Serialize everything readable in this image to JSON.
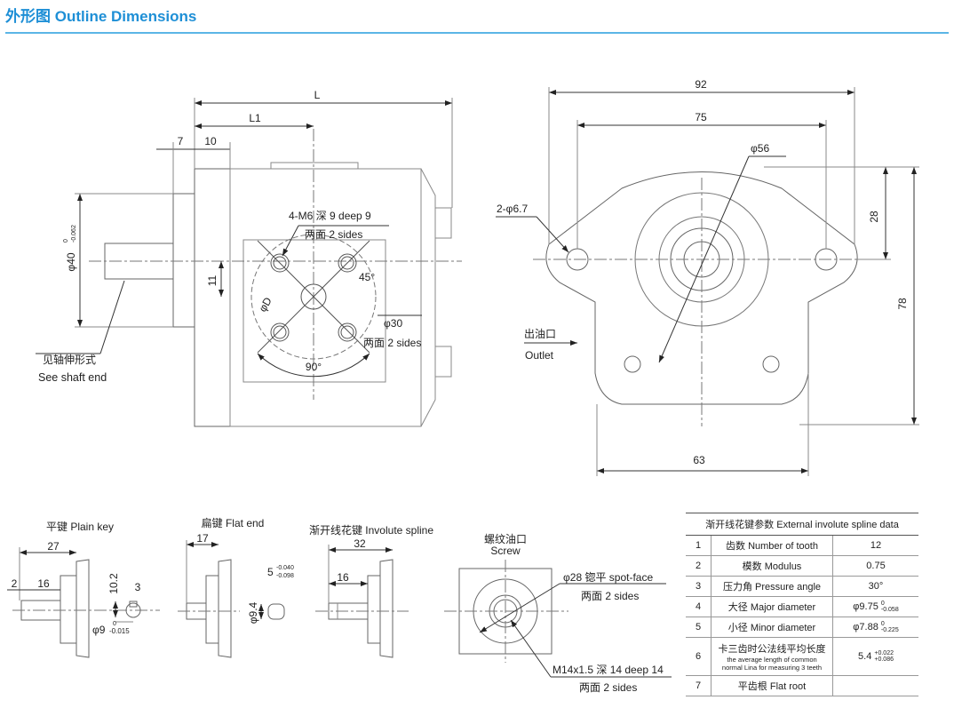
{
  "header": {
    "title": "外形图 Outline Dimensions"
  },
  "front_view": {
    "dim_L": "L",
    "dim_L1": "L1",
    "dim_7": "7",
    "dim_10": "10",
    "dim_phi40": "φ40",
    "dim_phi40_tol_upper": "0",
    "dim_phi40_tol_lower": "-0.062",
    "dim_11": "11",
    "thread_note": "4-M6 深 9 deep 9",
    "two_sides_1": "两面 2 sides",
    "angle_45": "45°",
    "phiD": "φD",
    "phi30": "φ30",
    "two_sides_2": "两面 2 sides",
    "angle_90": "90°",
    "shaft_note_cn": "见轴伸形式",
    "shaft_note_en": "See shaft end"
  },
  "side_view": {
    "dim_92": "92",
    "dim_75": "75",
    "dim_phi56": "φ56",
    "dim_2phi67": "2-φ6.7",
    "dim_28": "28",
    "dim_78": "78",
    "dim_63": "63",
    "outlet_cn": "出油口",
    "outlet_en": "Outlet"
  },
  "shaft_ends": {
    "plain_key": {
      "title": "平键 Plain key",
      "dim_27": "27",
      "dim_2": "2",
      "dim_16": "16",
      "dim_10_2": "10.2",
      "dim_3": "3",
      "dim_phi9": "φ9",
      "dim_phi9_tol_upper": "0",
      "dim_phi9_tol_lower": "-0.015"
    },
    "flat_end": {
      "title": "扁键 Flat end",
      "dim_17": "17",
      "dim_5": "5",
      "dim_5_tol_upper": "-0.040",
      "dim_5_tol_lower": "-0.098",
      "dim_phi9_4": "φ9.4"
    },
    "involute_spline": {
      "title": "渐开线花键 Involute spline",
      "dim_32": "32",
      "dim_16": "16"
    },
    "screw": {
      "title_cn": "螺纹油口",
      "title_en": "Screw",
      "spotface": "φ28 锪平 spot-face",
      "spotface_sides": "两面 2 sides",
      "thread": "M14x1.5 深 14 deep 14",
      "thread_sides": "两面 2 sides"
    }
  },
  "spline_table": {
    "caption": "渐开线花键参数  External involute spline data",
    "rows": [
      {
        "no": "1",
        "name": "齿数 Number of tooth",
        "value": "12"
      },
      {
        "no": "2",
        "name": "模数 Modulus",
        "value": "0.75"
      },
      {
        "no": "3",
        "name": "压力角 Pressure angle",
        "value": "30°"
      },
      {
        "no": "4",
        "name": "大径 Major diameter",
        "value": "φ9.75",
        "tol_upper": "0",
        "tol_lower": "-0.058"
      },
      {
        "no": "5",
        "name": "小径 Minor diameter",
        "value": "φ7.88",
        "tol_upper": "0",
        "tol_lower": "-0.225"
      },
      {
        "no": "6",
        "name": "卡三齿时公法线平均长度",
        "name_sub1": "the average length of common",
        "name_sub2": "normal Lina for measuring 3 teeth",
        "value": "5.4",
        "tol_upper": "+0.022",
        "tol_lower": "+0.086"
      },
      {
        "no": "7",
        "name": "平齿根 Flat root",
        "value": ""
      }
    ]
  }
}
